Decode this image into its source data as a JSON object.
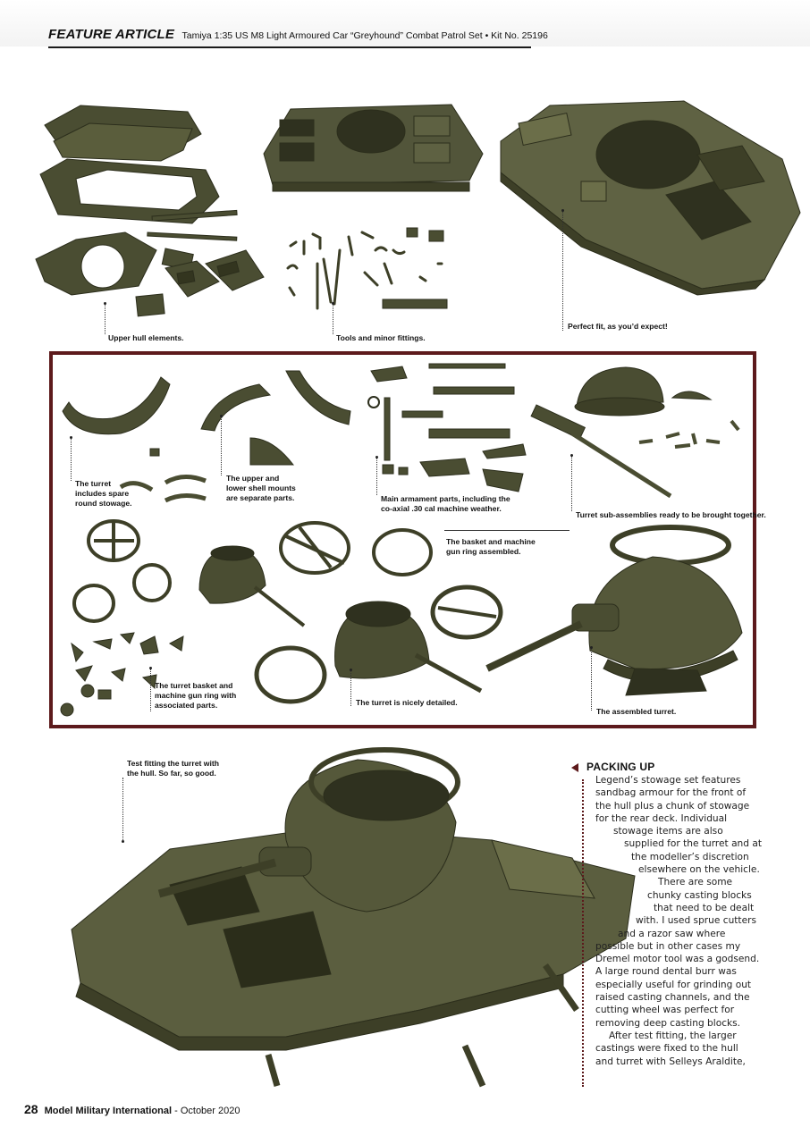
{
  "header": {
    "label": "FEATURE ARTICLE",
    "subtitle": "Tamiya 1:35 US M8 Light Armoured Car “Greyhound” Combat Patrol Set • Kit No. 25196"
  },
  "captions": {
    "upper_hull": "Upper hull elements.",
    "tools": "Tools and minor fittings.",
    "perfect_fit": "Perfect fit, as you’d expect!",
    "turret_stowage": [
      "The turret",
      "includes spare",
      "round stowage."
    ],
    "shell_mounts": [
      "The upper and",
      "lower shell mounts",
      "are separate parts."
    ],
    "main_armament": [
      "Main armament parts, including the",
      "co-axial .30 cal machine weather."
    ],
    "subassemblies": "Turret sub-assemblies ready to be brought together.",
    "basket_assembled": [
      "The basket and machine",
      "gun ring assembled."
    ],
    "basket_parts": [
      "The turret basket and",
      "machine gun ring with",
      "associated parts."
    ],
    "turret_detailed": "The turret is nicely detailed.",
    "assembled_turret": "The assembled turret.",
    "test_fitting": [
      "Test fitting the turret with",
      "the hull. So far, so good."
    ]
  },
  "article": {
    "heading": "PACKING UP",
    "lines": [
      "Legend’s stowage set features",
      "sandbag armour for the front of",
      "the hull plus a chunk of stowage",
      "for the rear deck. Individual",
      "stowage items are also",
      "supplied for the turret and at",
      "the modeller’s discretion",
      "elsewhere on the vehicle.",
      "There are some",
      "chunky casting blocks",
      "that need to be dealt",
      "with. I used sprue cutters",
      "and a razor saw where",
      "possible but in other cases my",
      "Dremel motor tool was a godsend.",
      "A large round dental burr was",
      "especially useful for grinding out",
      "raised casting channels, and the",
      "cutting wheel was perfect for",
      "removing deep casting blocks.",
      "After test fitting, the larger",
      "castings were fixed to the hull",
      "and turret with Selleys Araldite,"
    ]
  },
  "footer": {
    "page": "28",
    "magazine": "Model Military International",
    "issue": "- October 2020"
  },
  "colors": {
    "accent": "#5d1a1c",
    "olive": "#4a4d32",
    "olive_light": "#6b6e49",
    "olive_dark": "#33351f"
  }
}
